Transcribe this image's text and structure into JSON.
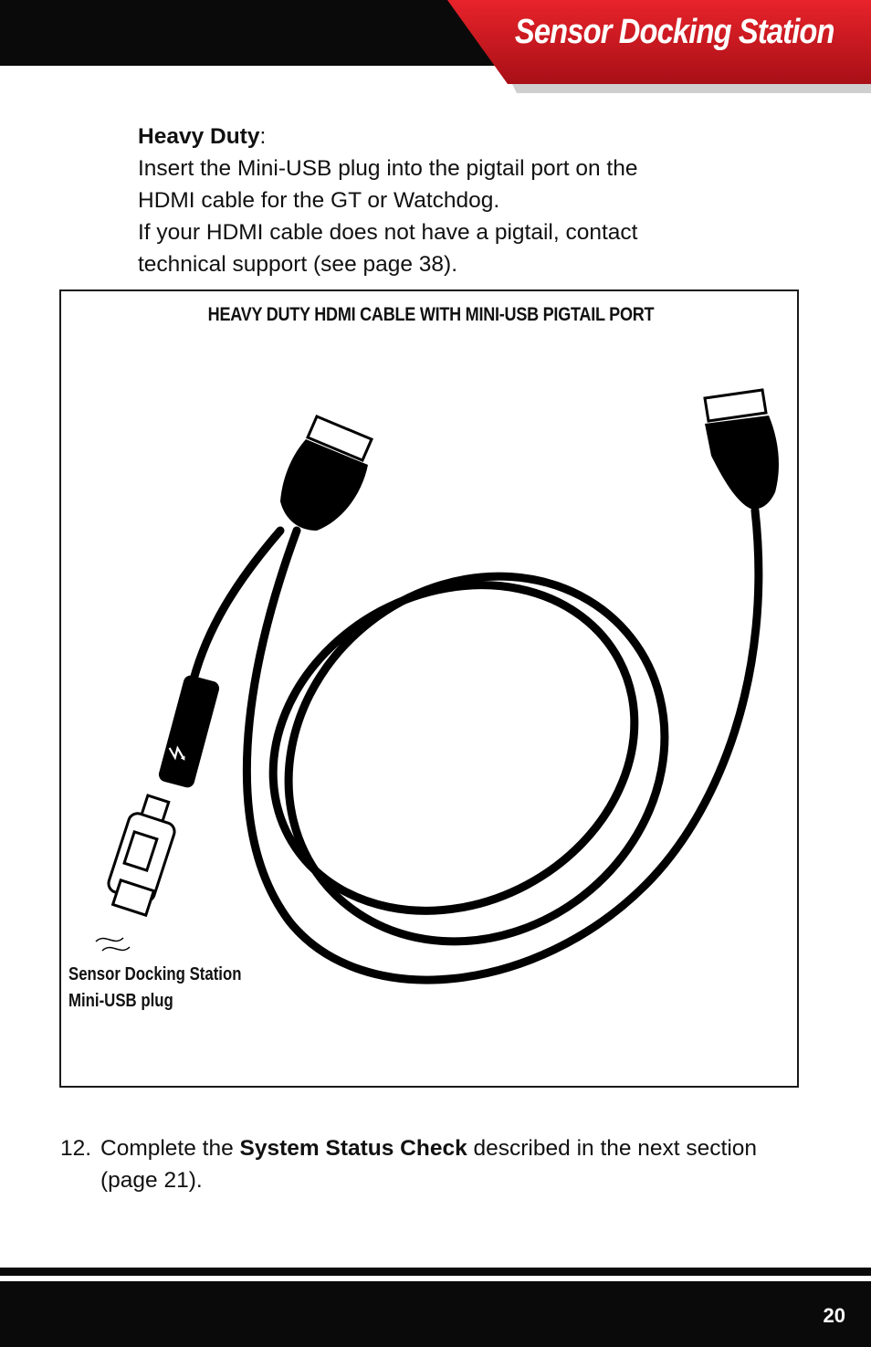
{
  "header": {
    "title": "Sensor Docking Station"
  },
  "intro": {
    "lead": "Heavy Duty",
    "lead_suffix": ":",
    "line1": "Insert the Mini-USB plug into the pigtail port on the",
    "line2": "HDMI cable for the GT or Watchdog.",
    "line3": "If your HDMI cable does not have a pigtail, contact",
    "line4": "technical support (see page 38)."
  },
  "figure": {
    "caption": "HEAVY DUTY HDMI CABLE WITH MINI-USB PIGTAIL PORT",
    "plug_label_line1": "Sensor Docking Station",
    "plug_label_line2": "Mini-USB plug"
  },
  "step": {
    "number": "12.",
    "text_before": "Complete the ",
    "text_bold": "System Status Check",
    "text_after": " described in the next section (page 21)."
  },
  "footer": {
    "page_number": "20"
  },
  "colors": {
    "brand_red": "#c8161e",
    "black": "#0a0a0a"
  }
}
